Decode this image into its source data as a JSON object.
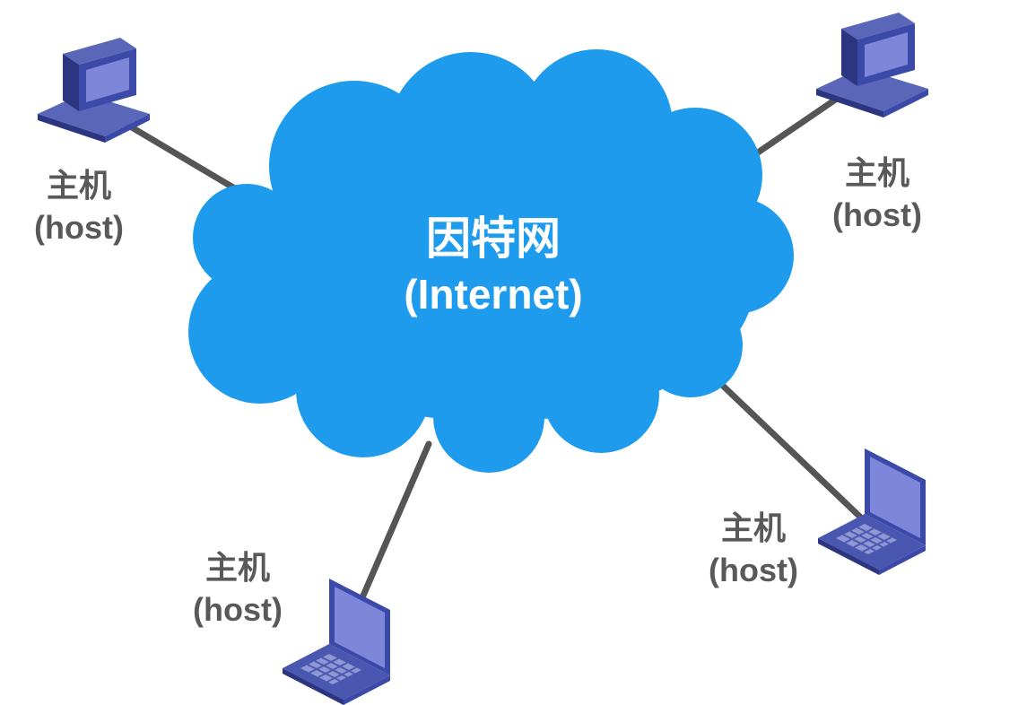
{
  "cloud": {
    "title_cn": "因特网",
    "title_en": "(Internet)",
    "color": "#1e9bec"
  },
  "hosts": [
    {
      "id": "top-left",
      "kind": "desktop-computer-icon",
      "label_cn": "主机",
      "label_en": "(host)"
    },
    {
      "id": "top-right",
      "kind": "desktop-computer-icon",
      "label_cn": "主机",
      "label_en": "(host)"
    },
    {
      "id": "bottom-left",
      "kind": "laptop-icon",
      "label_cn": "主机",
      "label_en": "(host)"
    },
    {
      "id": "bottom-right",
      "kind": "laptop-icon",
      "label_cn": "主机",
      "label_en": "(host)"
    }
  ],
  "colors": {
    "link": "#555555",
    "device_body": "#3b4aa8",
    "device_screen": "#7d86d8",
    "label_text": "#595959"
  }
}
